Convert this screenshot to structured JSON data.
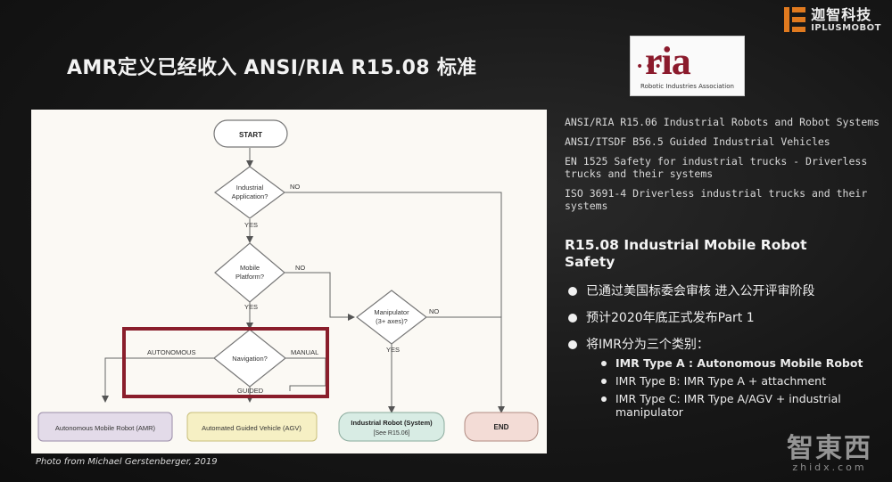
{
  "slide": {
    "title": "AMR定义已经收入 ANSI/RIA R15.08 标准"
  },
  "brand": {
    "name_cn": "迦智科技",
    "name_en": "IPLUSMOBOT",
    "accent": "#e07a1f"
  },
  "ria_logo": {
    "word": "ria",
    "tagline": "Robotic Industries Association",
    "color": "#8b1a2c"
  },
  "flowchart": {
    "start": "START",
    "q1": [
      "Industrial",
      "Application?"
    ],
    "q2": [
      "Mobile",
      "Platform?"
    ],
    "q3": "Navigation?",
    "q4": [
      "Manipulator",
      "(3+ axes)?"
    ],
    "yes": "YES",
    "no": "NO",
    "autonomous": "AUTONOMOUS",
    "manual": "MANUAL",
    "guided": "GUIDED",
    "amr": "Autonomous Mobile Robot (AMR)",
    "agv": "Automated Guided Vehicle (AGV)",
    "ir_title": "Industrial Robot (System)",
    "ir_sub": "[See R15.06]",
    "end": "END",
    "highlight_color": "#8a1e2b"
  },
  "caption": "Photo from Michael Gerstenberger, 2019",
  "standards": [
    "ANSI/RIA R15.06 Industrial Robots and Robot Systems",
    "ANSI/ITSDF B56.5 Guided Industrial Vehicles",
    "EN 1525 Safety for industrial trucks - Driverless trucks and their systems",
    "ISO 3691-4 Driverless industrial trucks and their systems"
  ],
  "section": {
    "heading": "R15.08 Industrial Mobile Robot Safety",
    "bullets": [
      "已通过美国标委会审核 进入公开评审阶段",
      "预计2020年底正式发布Part 1",
      "将IMR分为三个类别："
    ],
    "types": [
      "IMR Type A : Autonomous Mobile Robot",
      "IMR Type B: IMR Type A + attachment",
      "IMR Type C: IMR Type A/AGV + industrial manipulator"
    ]
  },
  "watermark": {
    "cn": "智東西",
    "en": "zhidx.com"
  }
}
